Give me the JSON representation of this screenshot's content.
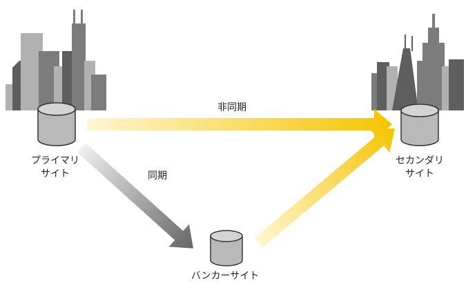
{
  "diagram": {
    "primary_site": {
      "line1": "プライマリ",
      "line2": "サイト"
    },
    "secondary_site": {
      "line1": "セカンダリ",
      "line2": "サイト"
    },
    "bunker_site": {
      "label": "バンカーサイト"
    },
    "async_label": "非同期",
    "sync_label": "同期",
    "icons": [
      "city-skyline-icon",
      "database-cylinder-icon"
    ],
    "colors": {
      "async_arrow": "#f5c400",
      "sync_arrow": "#666666",
      "building_dark": "#5e5e5e",
      "building_mid": "#7c7c7c",
      "building_light": "#b1b1b1",
      "cylinder_body": "#b9b9b9",
      "cylinder_top": "#d4d4d4",
      "cylinder_outline": "#333333"
    }
  }
}
